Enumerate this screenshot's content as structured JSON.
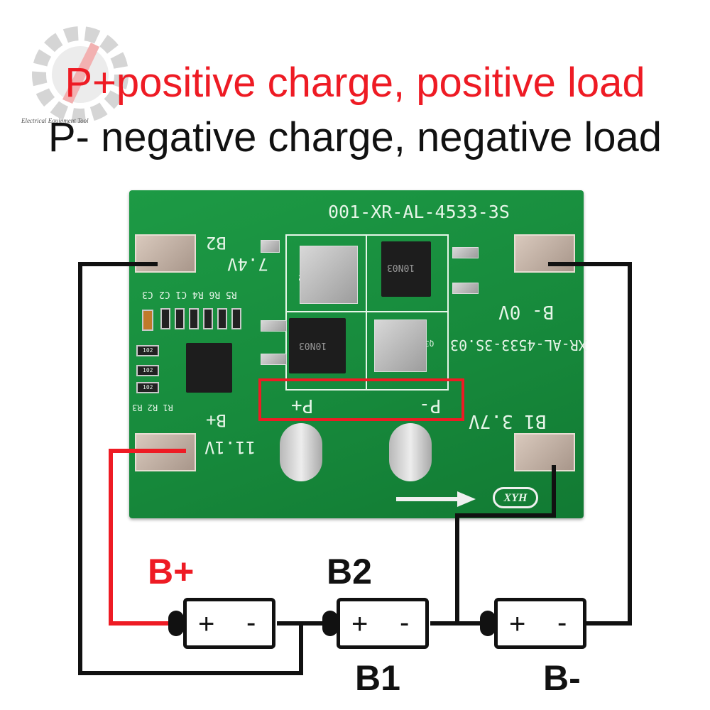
{
  "title": {
    "line1": "P+positive charge, positive load",
    "line2": "P- negative charge, negative load"
  },
  "logo": {
    "text": "Electrical Equipment Tool"
  },
  "board": {
    "part_code": "001-XR-AL-4533-3S",
    "side_code": "XR-AL-4533-3S.03",
    "b2_label": "B2",
    "b2_voltage": "7.4V",
    "b0_label": "B- 0V",
    "b1_label": "B1 3.7V",
    "bplus_label": "B+",
    "bplus_voltage": "11.1V",
    "components_label": "R5 R6 R4 C1 C2",
    "c3_label": "C3",
    "r_label": "R1 R2 R3",
    "q2_label": "Q2",
    "q3_label": "Q3",
    "mos1_label": "10N03",
    "mos2_label": "10N03",
    "p_plus": "P+",
    "p_minus": "P-",
    "brand": "XYH",
    "res_code": "102"
  },
  "labels": {
    "b_plus": "B+",
    "b2": "B2",
    "b1": "B1",
    "b_minus": "B-"
  },
  "battery": {
    "plus": "+",
    "minus": "-"
  },
  "colors": {
    "red": "#ee1b24",
    "wire_black": "#111111",
    "pcb_green": "#178a3c"
  }
}
